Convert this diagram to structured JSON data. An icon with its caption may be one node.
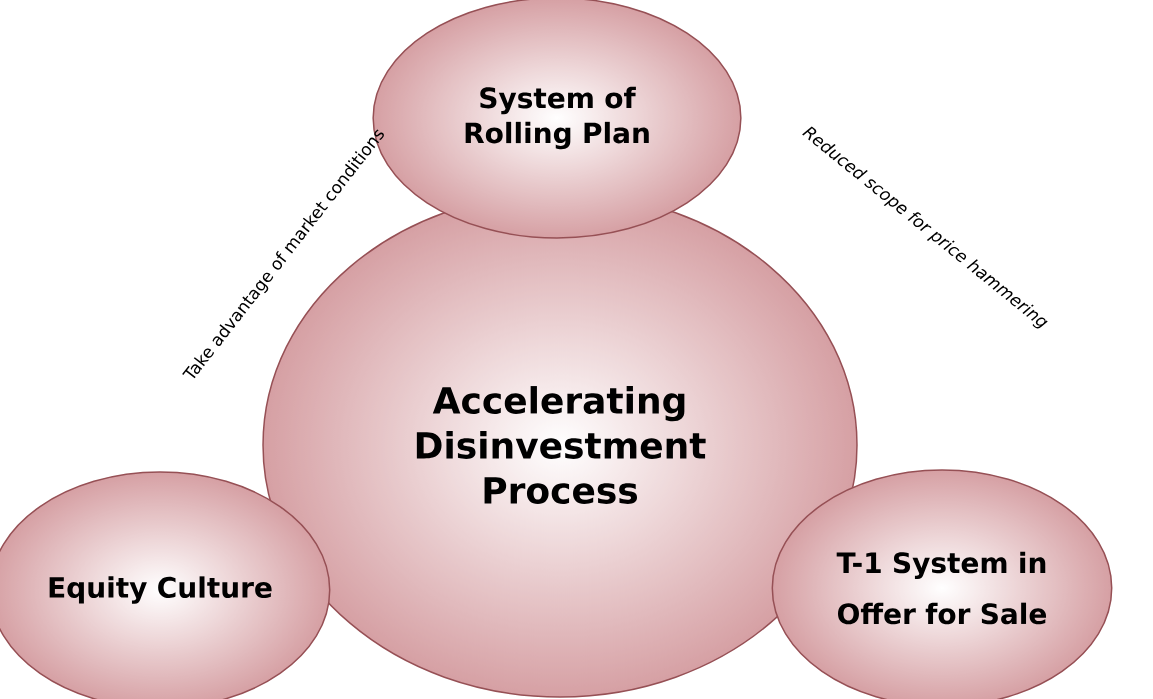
{
  "diagram": {
    "nodes": [
      {
        "text": [
          "Accelerating Disinvestment Process"
        ]
      },
      {
        "text": [
          "System of Rolling Plan"
        ]
      },
      {
        "text": [
          "Equity Culture"
        ]
      },
      {
        "text": [
          "T-1 System in",
          "Offer for Sale"
        ]
      }
    ],
    "labels": [
      "Take advantage of market conditions",
      "Reduced scope for price hammering"
    ]
  }
}
